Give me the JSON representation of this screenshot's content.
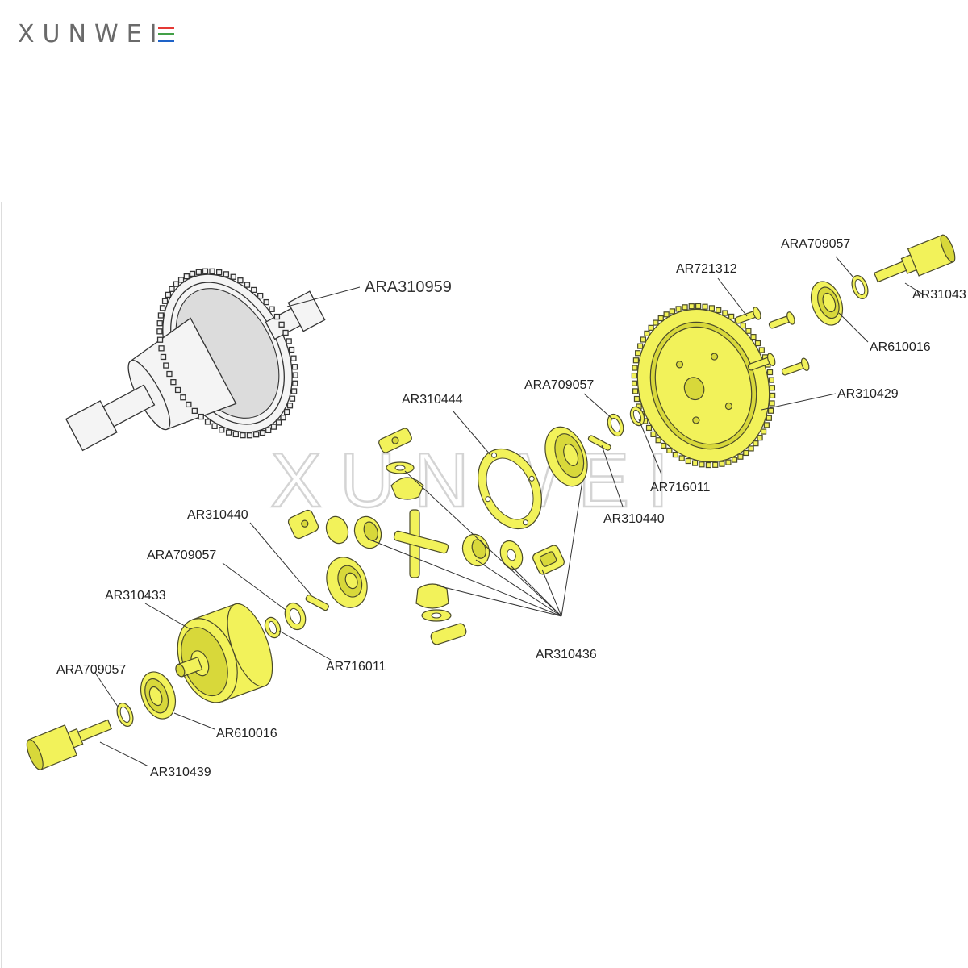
{
  "brand": {
    "logo_text": "XUNWEI",
    "colors": {
      "red": "#e53935",
      "green": "#43a047",
      "blue": "#1e63c8",
      "gray": "#6a6a6a"
    }
  },
  "watermark": "XUNWEI",
  "colors": {
    "highlight": "#f2f25a",
    "outline": "#4a4a2a"
  },
  "assembly_label": "ARA310959",
  "labels": {
    "ara709057_top": "ARA709057",
    "ar721312": "AR721312",
    "ar310439_top": "AR31043",
    "ar610016_top": "AR610016",
    "ar310429": "AR310429",
    "ara709057_mid": "ARA709057",
    "ar310444": "AR310444",
    "ar716011_mid": "AR716011",
    "ar310440_mid": "AR310440",
    "ar310440_left": "AR310440",
    "ara709057_left": "ARA709057",
    "ar310433": "AR310433",
    "ar716011_left": "AR716011",
    "ar310436": "AR310436",
    "ara709057_bottom": "ARA709057",
    "ar610016_bottom": "AR610016",
    "ar310439_bottom": "AR310439"
  }
}
